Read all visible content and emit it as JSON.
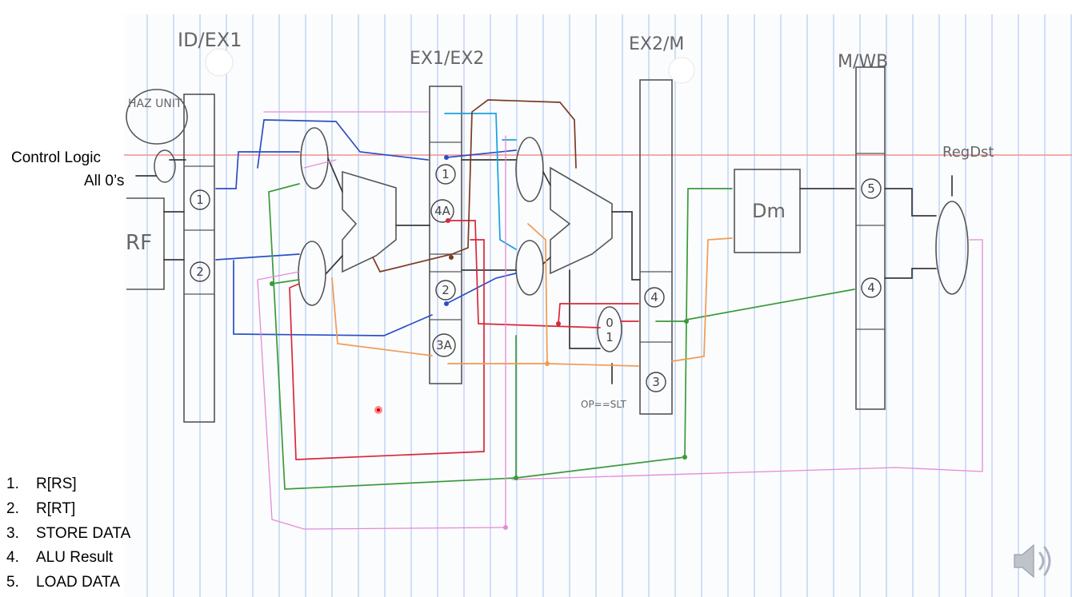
{
  "slide": {
    "left_labels": {
      "control_logic": "Control Logic",
      "all_zeros": "All 0’s"
    },
    "legend": [
      {
        "num": "1.",
        "text": "R[RS]"
      },
      {
        "num": "2.",
        "text": "R[RT]"
      },
      {
        "num": "3.",
        "text": "STORE DATA"
      },
      {
        "num": "4.",
        "text": "ALU Result"
      },
      {
        "num": "5.",
        "text": "LOAD DATA"
      }
    ]
  },
  "diagram": {
    "stage_labels": {
      "id_ex": "ID/EX1",
      "ex1_ex2": "EX1/EX2",
      "ex2_m": "EX2/M",
      "m_wb": "M/WB"
    },
    "blocks": {
      "hazard_unit": "HAZ UNIT",
      "register_file": "RF",
      "data_memory": "Dm",
      "reg_dst": "RegDst"
    },
    "register_slots": {
      "id_ex": [
        "1",
        "2"
      ],
      "ex1_ex2": [
        "1",
        "4A",
        "2",
        "3A"
      ],
      "ex2_m": [
        "4",
        "3"
      ],
      "m_wb": [
        "5",
        "4"
      ]
    },
    "slt_mux": {
      "inputs": [
        "0",
        "1"
      ],
      "select": "OP==SLT"
    },
    "icons": {
      "speaker": "speaker-icon",
      "laser_pointer": "red-dot"
    },
    "colors": {
      "rs_forward": "#2b4fc4",
      "rs_forward_light": "#16a0e0",
      "rt_forward": "#d8283a",
      "alu_result": "#3a9a3a",
      "store_data": "#f29a52",
      "pink_path": "#e58ad4",
      "brown_path": "#7b3a22",
      "control_line": "#f09090",
      "pencil": "#3a3a3a"
    }
  }
}
